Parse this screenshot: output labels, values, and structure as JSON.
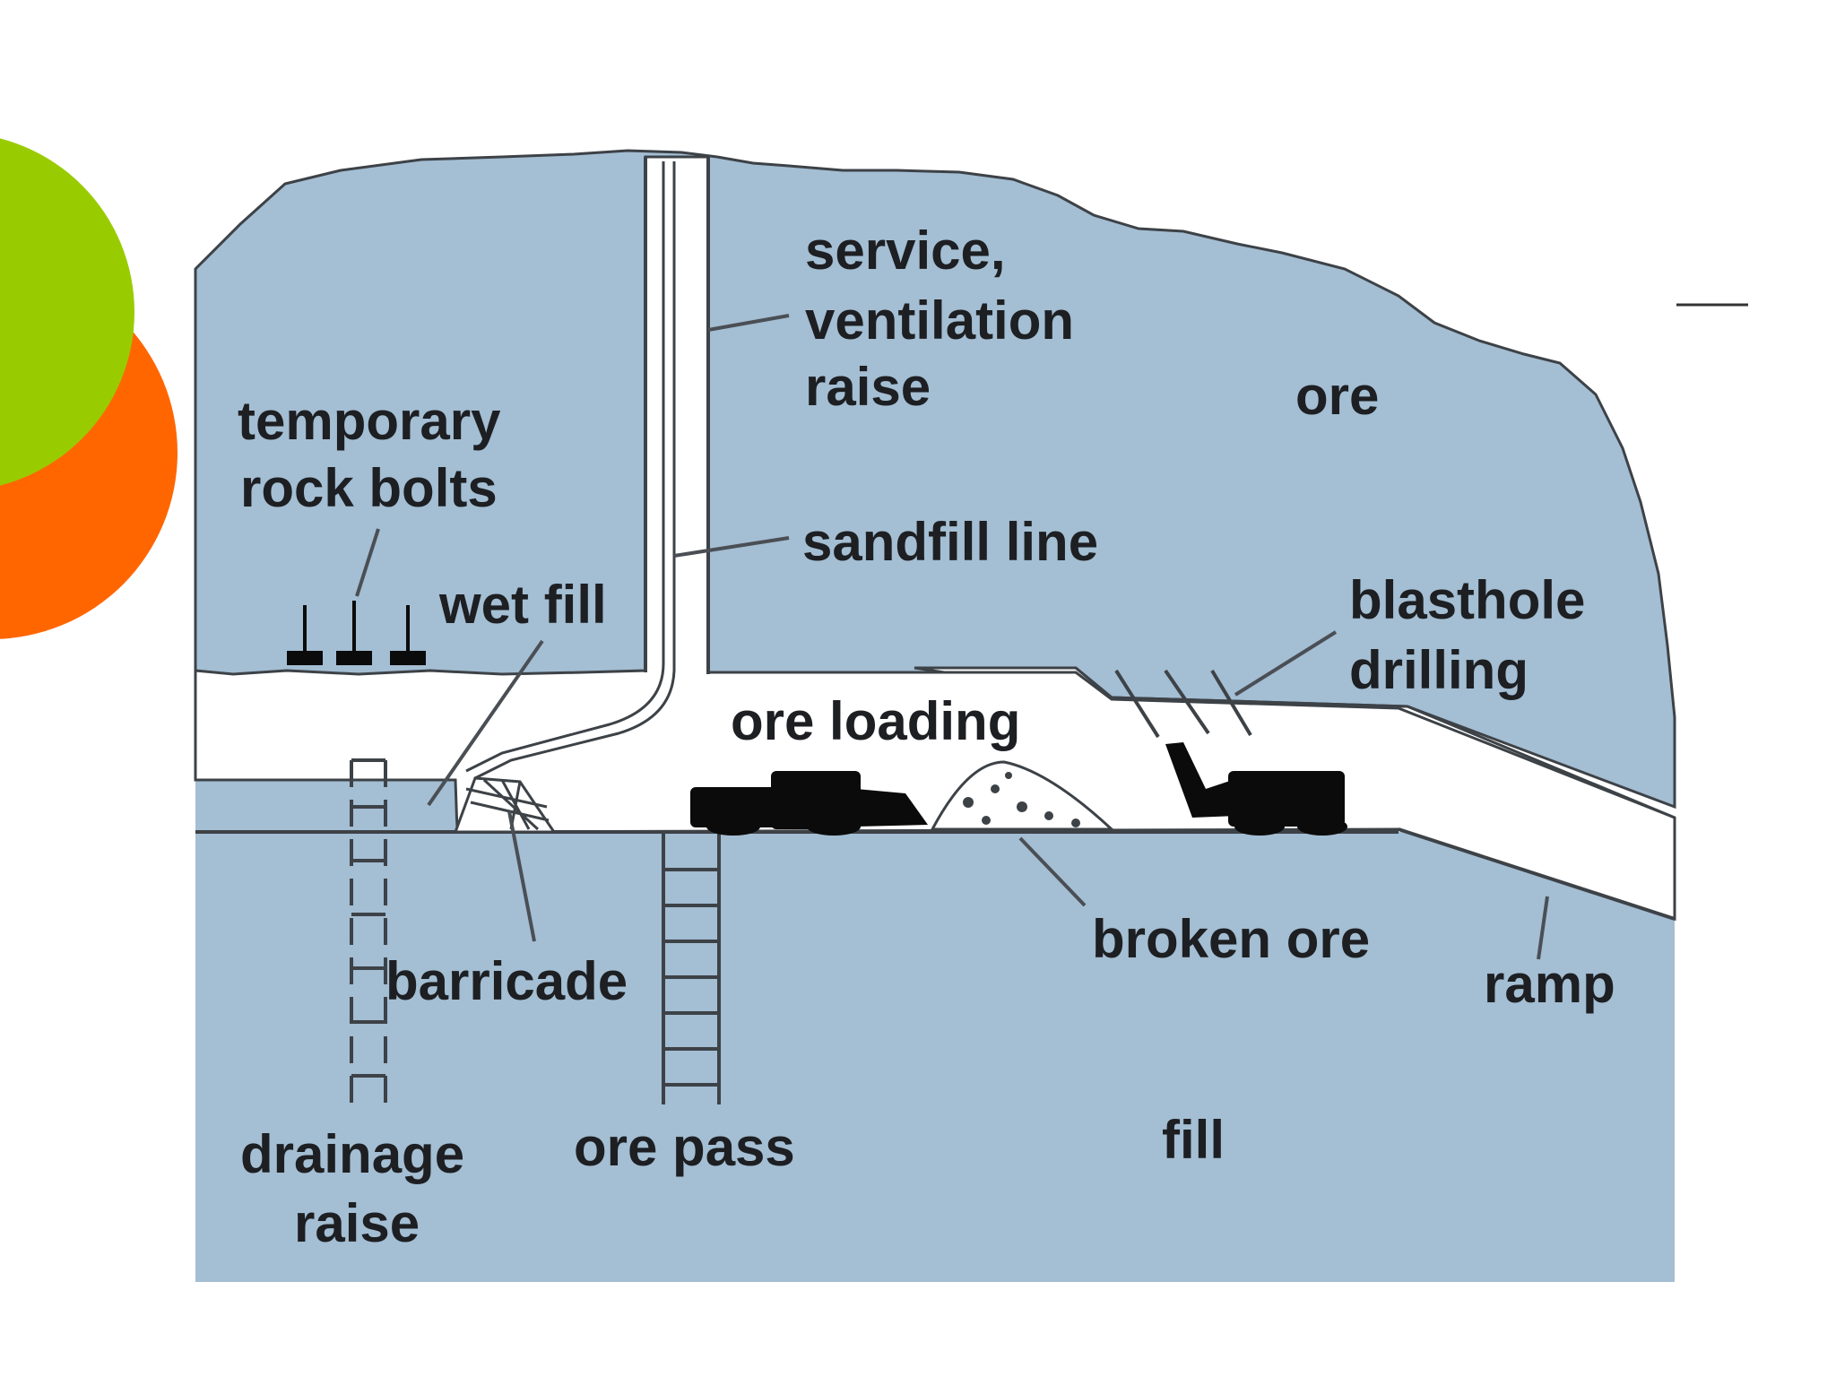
{
  "colors": {
    "rock": "#a4bed3",
    "opening": "#ffffff",
    "outline": "#3d4247",
    "equipment": "#0b0b0b",
    "deco_green": "#99cc00",
    "deco_orange": "#ff6600",
    "text": "#1d1f22"
  },
  "labels": {
    "service_raise": [
      "service,",
      "ventilation",
      "raise"
    ],
    "ore": "ore",
    "temporary_rock_bolts": [
      "temporary",
      "rock bolts"
    ],
    "sandfill_line": "sandfill line",
    "wet_fill": "wet fill",
    "blasthole_drilling": [
      "blasthole",
      "drilling"
    ],
    "ore_loading": "ore loading",
    "broken_ore": "broken ore",
    "ramp": "ramp",
    "barricade": "barricade",
    "drainage_raise": [
      "drainage",
      "raise"
    ],
    "ore_pass": "ore pass",
    "fill": "fill"
  },
  "icons": {
    "loader": "lhd-loader-icon",
    "drill_rig": "drill-jumbo-icon",
    "rock_bolts": "rock-bolt-icon"
  }
}
